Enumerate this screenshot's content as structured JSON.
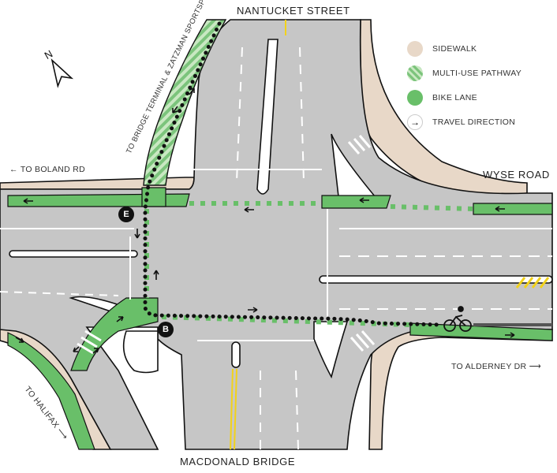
{
  "streets": {
    "north": "NANTUCKET STREET",
    "east": "WYSE ROAD",
    "south": "MACDONALD BRIDGE"
  },
  "directions": {
    "west": "← TO BOLAND RD",
    "east": "TO ALDERNEY DR ⟶",
    "southwest": "TO HALIFAX ⟶",
    "northwest": "TO BRIDGE TERMINAL & ZATZMAN SPORTSPLEX ⟶"
  },
  "legend": [
    {
      "key": "sidewalk",
      "label": "SIDEWALK",
      "color": "#e8d8c8"
    },
    {
      "key": "multi-use-pathway",
      "label": "MULTI-USE PATHWAY",
      "color": "#7cc47c"
    },
    {
      "key": "bike-lane",
      "label": "BIKE LANE",
      "color": "#69bf69"
    },
    {
      "key": "travel-direction",
      "label": "TRAVEL DIRECTION"
    }
  ],
  "markers": {
    "e": "E",
    "b": "B"
  },
  "colors": {
    "road": "#c6c6c6",
    "sidewalk": "#e8d8c8",
    "bike": "#69bf69",
    "edge": "#111111",
    "route": "#111111"
  },
  "north_arrow_icon": "north-arrow-icon"
}
